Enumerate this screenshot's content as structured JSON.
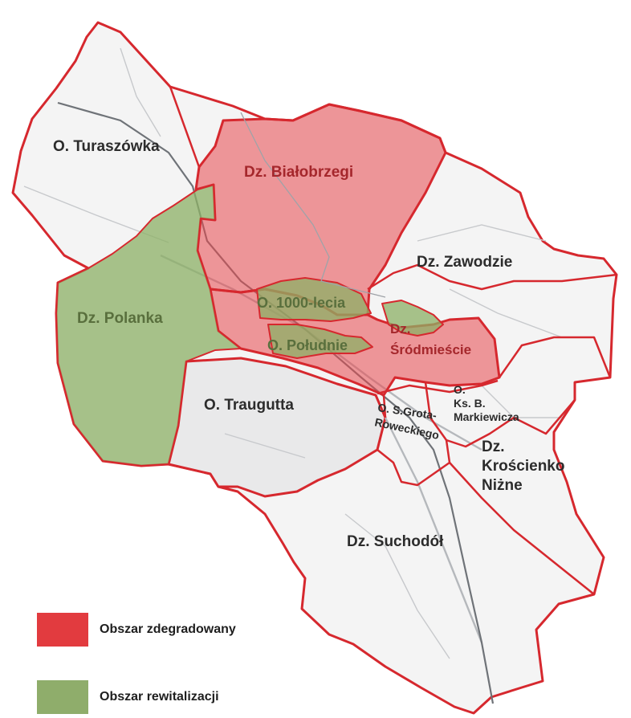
{
  "colors": {
    "degraded": "#e23b3f",
    "revitalization": "#8fad6b",
    "border": "#d6282e"
  },
  "labels": {
    "turaszowka": "O. Turaszówka",
    "bialobrzegi": "Dz. Białobrzegi",
    "zawodzie": "Dz. Zawodzie",
    "polanka": "Dz. Polanka",
    "tysiaclecia": "O. 1000-lecia",
    "poludnie": "O. Południe",
    "srodmiescie_1": "Dz.",
    "srodmiescie_2": "Śródmieście",
    "traugutta": "O. Traugutta",
    "grota_1": "O. S.Grota-",
    "grota_2": "Roweckiego",
    "markiewicza_1": "O.",
    "markiewicza_2": "Ks. B.",
    "markiewicza_3": "Markiewicza",
    "kroscienko_1": "Dz.",
    "kroscienko_2": "Krościenko",
    "kroscienko_3": "Niżne",
    "suchodol": "Dz. Suchodół"
  },
  "legend": {
    "degraded_label": "Obszar zdegradowany",
    "revitalization_label": "Obszar rewitalizacji"
  }
}
